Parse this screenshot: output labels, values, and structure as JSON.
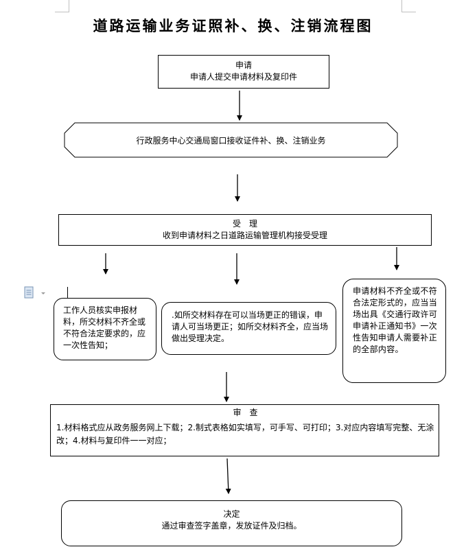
{
  "title": "道路运输业务证照补、换、注销流程图",
  "steps": {
    "apply": {
      "heading": "申请",
      "text": "申请人提交申请材料及复印件"
    },
    "window": {
      "text": "行政服务中心交通局窗口接收证件补、换、注销业务"
    },
    "accept": {
      "heading": "受　理",
      "text": "收到申请材料之日道路运输管理机构接受受理"
    },
    "branch_left": {
      "text": "工作人员核实申报材料，所交材料不齐全或不符合法定要求的，应一次性告知；"
    },
    "branch_middle": {
      "text": ".如所交材料存在可以当场更正的错误，申请人可当场更正；如所交材料齐全，应当场做出受理决定。"
    },
    "branch_right": {
      "text": "申请材料不齐全或不符合法定形式的，应当当场出具《交通行政许可申请补正通知书》一次性告知申请人需要补正的全部内容。"
    },
    "review": {
      "heading": "审　查",
      "text": "1.材料格式应从政务服务网上下载；2.制式表格如实填写，可手写、可打印；3.对应内容填写完整、无涂改；4.材料与复印件一一对应；"
    },
    "decision": {
      "heading": "决定",
      "text": "通过审查签字盖章，发放证件及归档。"
    }
  },
  "icons": {
    "side_icon": "document-icon"
  }
}
